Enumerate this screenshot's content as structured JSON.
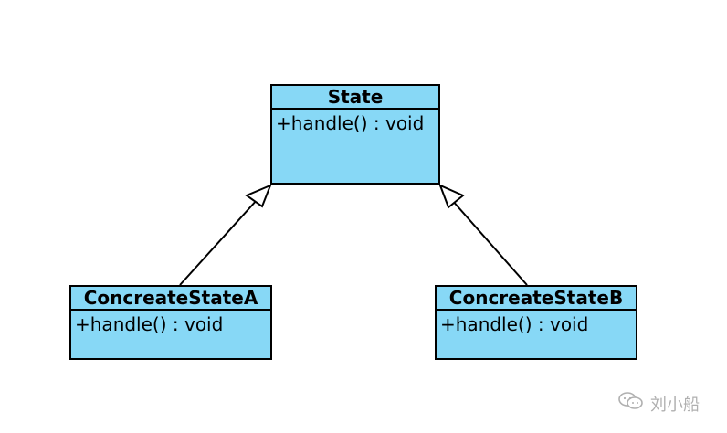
{
  "diagram": {
    "classes": [
      {
        "name": "State",
        "operations": [
          "+handle() : void"
        ]
      },
      {
        "name": "ConcreateStateA",
        "operations": [
          "+handle() : void"
        ]
      },
      {
        "name": "ConcreateStateB",
        "operations": [
          "+handle() : void"
        ]
      }
    ],
    "relations": [
      {
        "type": "generalization",
        "from": "ConcreateStateA",
        "to": "State"
      },
      {
        "type": "generalization",
        "from": "ConcreateStateB",
        "to": "State"
      }
    ]
  },
  "watermark": {
    "icon": "wechat-icon",
    "text": "刘小船"
  },
  "colors": {
    "class_fill": "#87d8f6",
    "border": "#000000",
    "watermark": "#b0b0b0"
  }
}
